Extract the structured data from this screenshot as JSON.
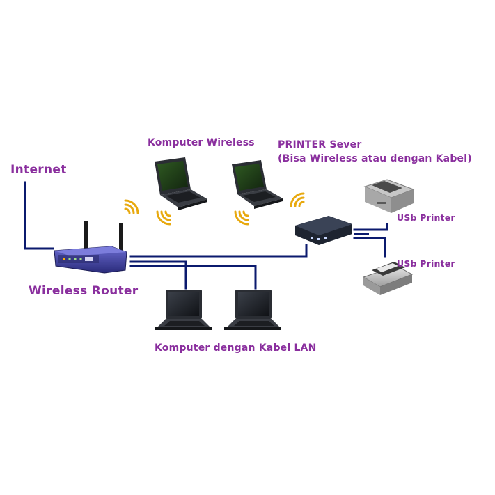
{
  "labels": {
    "internet": "Internet",
    "wireless_router": "Wireless Router",
    "komputer_wireless": "Komputer  Wireless",
    "printer_server": "PRINTER Sever",
    "printer_server_note": "(Bisa Wireless atau dengan Kabel)",
    "usb_printer_1": "USb Printer",
    "usb_printer_2": "USb Printer",
    "komputer_lan": "Komputer dengan Kabel LAN"
  },
  "colors": {
    "label": "#8a2f9e",
    "cable": "#0b1a6e",
    "wifi": "#e8a90f",
    "router_body": "#3e3fa0",
    "laptop_body": "#2c2f36",
    "laptop_screen": "#1e3a1a"
  }
}
